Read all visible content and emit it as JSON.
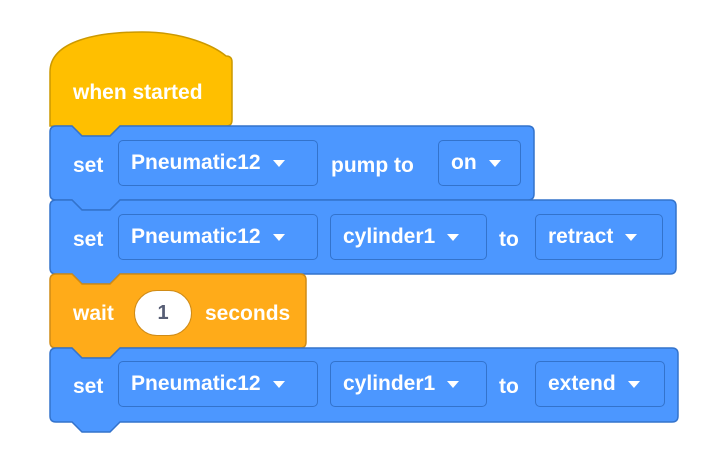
{
  "colors": {
    "event_block": "#ffbf00",
    "event_border": "#cc9900",
    "motion_block": "#4c97ff",
    "motion_border": "#3373cc",
    "control_block": "#ffab19",
    "control_border": "#cf8b17"
  },
  "hat_block": {
    "label": "when started"
  },
  "blocks": [
    {
      "keyword": "set",
      "device": "Pneumatic12",
      "middle_label": "pump to",
      "value": "on"
    },
    {
      "keyword": "set",
      "device": "Pneumatic12",
      "cylinder": "cylinder1",
      "middle_label": "to",
      "value": "retract"
    },
    {
      "keyword": "wait",
      "amount": "1",
      "unit": "seconds"
    },
    {
      "keyword": "set",
      "device": "Pneumatic12",
      "cylinder": "cylinder1",
      "middle_label": "to",
      "value": "extend"
    }
  ],
  "icons": [
    "dropdown-caret-icon"
  ]
}
